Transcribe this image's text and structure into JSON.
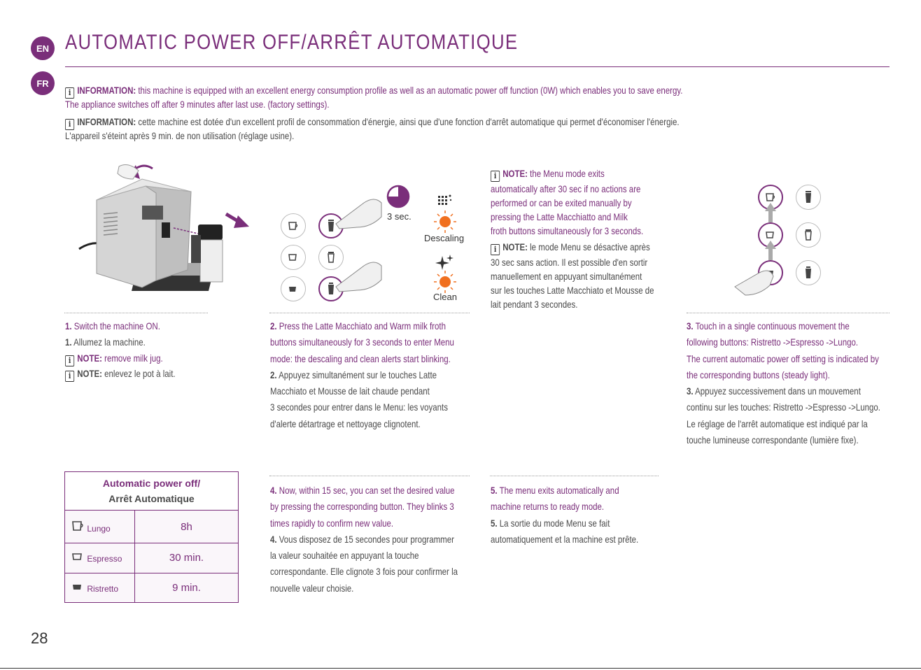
{
  "badges": {
    "en": "EN",
    "fr": "FR"
  },
  "title": {
    "en": "AUTOMATIC POWER OFF/",
    "fr": "ARRÊT AUTOMATIQUE"
  },
  "info": {
    "en_label": "INFORMATION:",
    "en_line1": " this machine is equipped with an excellent energy consumption profile as well as an automatic power off function (0W) which enables you to save energy.",
    "en_line2": "The appliance switches off after 9 minutes after last use. (factory settings).",
    "fr_label": "INFORMATION:",
    "fr_line1": " cette machine est dotée d'un excellent profil de consommation d'énergie, ainsi que d'une fonction d'arrêt automatique qui permet d'économiser l'énergie.",
    "fr_line2": "L'appareil s'éteint après 9 min. de non utilisation (réglage usine)."
  },
  "figure2": {
    "timer_label": "3 sec.",
    "descaling_label": "Descaling",
    "clean_label": "Clean"
  },
  "note_box": {
    "en_label": "NOTE:",
    "en_lines": [
      " the Menu mode exits",
      "automatically after 30 sec if no actions are",
      "performed or can be exited manually by",
      "pressing the Latte Macchiatto and Milk",
      "froth buttons simultaneously for 3 seconds."
    ],
    "fr_label": "NOTE:",
    "fr_lines": [
      " le mode Menu se désactive après",
      "30 sec sans action. Il est possible d'en sortir",
      "manuellement en appuyant simultanément",
      "sur les touches Latte Macchiato et Mousse de",
      "lait pendant 3 secondes."
    ]
  },
  "step1": {
    "en_num": "1.",
    "en_text": " Switch the machine ON.",
    "fr_num": "1.",
    "fr_text": " Allumez la machine.",
    "note_en_label": "NOTE:",
    "note_en_text": " remove milk jug.",
    "note_fr_label": "NOTE:",
    "note_fr_text": " enlevez le pot à lait."
  },
  "step2": {
    "en_num": "2.",
    "en_lines": [
      " Press the Latte Macchiato and Warm milk froth",
      "buttons simultaneously for 3 seconds to enter Menu",
      "mode: the descaling and clean alerts start blinking."
    ],
    "fr_num": "2.",
    "fr_lines": [
      " Appuyez simultanément sur le touches Latte",
      "Macchiato et Mousse de lait chaude pendant",
      "3 secondes pour entrer dans le Menu: les voyants",
      "d'alerte détartrage et nettoyage clignotent."
    ]
  },
  "step3": {
    "en_num": "3.",
    "en_lines": [
      " Touch in a single continuous movement the",
      "following buttons: Ristretto ->Espresso ->Lungo.",
      "The current automatic power off setting is indicated by",
      "the corresponding buttons (steady light)."
    ],
    "fr_num": "3.",
    "fr_lines": [
      " Appuyez successivement dans un mouvement",
      "continu sur les touches: Ristretto ->Espresso ->Lungo.",
      "Le réglage de l'arrêt automatique est indiqué par la",
      "touche lumineuse correspondante (lumière fixe)."
    ]
  },
  "step4": {
    "en_num": "4.",
    "en_lines": [
      " Now, within 15 sec, you can set the desired value",
      "by pressing the corresponding button. They blinks 3",
      "times rapidly to confirm new value."
    ],
    "fr_num": "4.",
    "fr_lines": [
      " Vous disposez de 15 secondes pour programmer",
      "la valeur souhaitée en appuyant la touche",
      "correspondante. Elle clignote 3 fois pour confirmer la",
      "nouvelle valeur choisie."
    ]
  },
  "step5": {
    "en_num": "5.",
    "en_lines": [
      " The menu exits automatically and",
      "machine returns to ready mode."
    ],
    "fr_num": "5.",
    "fr_lines": [
      " La sortie du mode Menu se fait",
      "automatiquement et la machine est prête."
    ]
  },
  "table": {
    "header_en": "Automatic power off/",
    "header_fr": "Arrêt Automatique",
    "rows": [
      {
        "label": "Lungo",
        "value": "8h"
      },
      {
        "label": "Espresso",
        "value": "30 min."
      },
      {
        "label": "Ristretto",
        "value": "9 min."
      }
    ]
  },
  "page_number": "28",
  "colors": {
    "accent": "#7a2e7a",
    "alert": "#f07020",
    "gray_button": "#bbbbbb"
  }
}
